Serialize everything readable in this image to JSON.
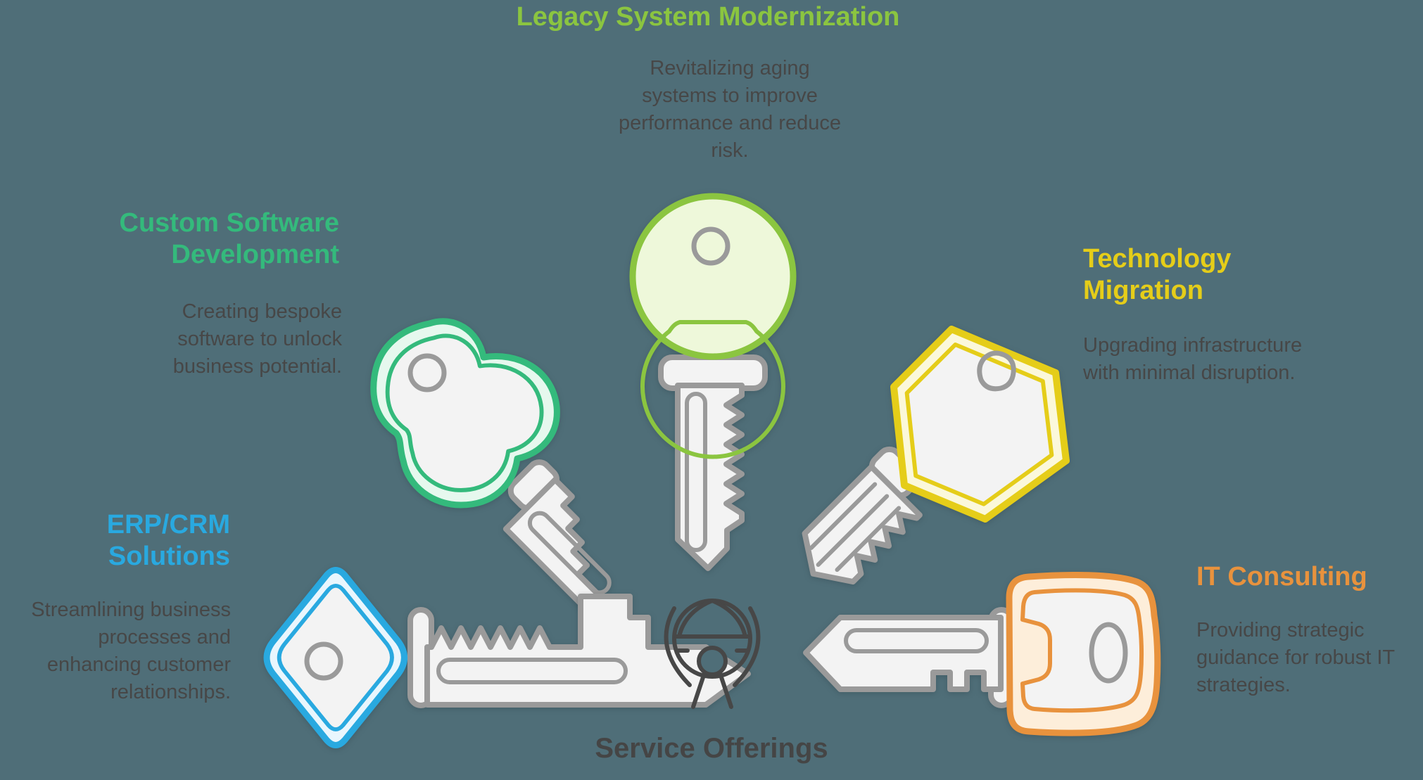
{
  "background_color": "#4f6e78",
  "body_text_color": "#474747",
  "key_outline_color": "#9a9a9a",
  "key_fill_color": "#f3f3f3",
  "center": {
    "label": "Service Offerings",
    "icon": "globe-network-icon"
  },
  "sections": [
    {
      "id": "legacy-system-modernization",
      "title": "Legacy System Modernization",
      "description": "Revitalizing aging systems to improve performance and reduce risk.",
      "accent": "#8bc540",
      "pale": "#eef8da",
      "icon": "round-head-key-icon"
    },
    {
      "id": "custom-software-development",
      "title": "Custom Software Development",
      "description": "Creating bespoke software to unlock business potential.",
      "accent": "#34ba7c",
      "pale": "#e6f8ee",
      "icon": "clover-head-key-icon"
    },
    {
      "id": "technology-migration",
      "title": "Technology Migration",
      "description": "Upgrading infrastructure with minimal disruption.",
      "accent": "#e5cd19",
      "pale": "#fbf8da",
      "icon": "hexagon-head-key-icon"
    },
    {
      "id": "erp-crm-solutions",
      "title": "ERP/CRM Solutions",
      "description": "Streamlining business processes and enhancing customer relationships.",
      "accent": "#29a9e0",
      "pale": "#e9f6fd",
      "icon": "diamond-head-key-icon"
    },
    {
      "id": "it-consulting",
      "title": "IT Consulting",
      "description": "Providing strategic guidance for robust IT strategies.",
      "accent": "#e8923d",
      "pale": "#fdeeda",
      "icon": "square-head-key-icon"
    }
  ]
}
